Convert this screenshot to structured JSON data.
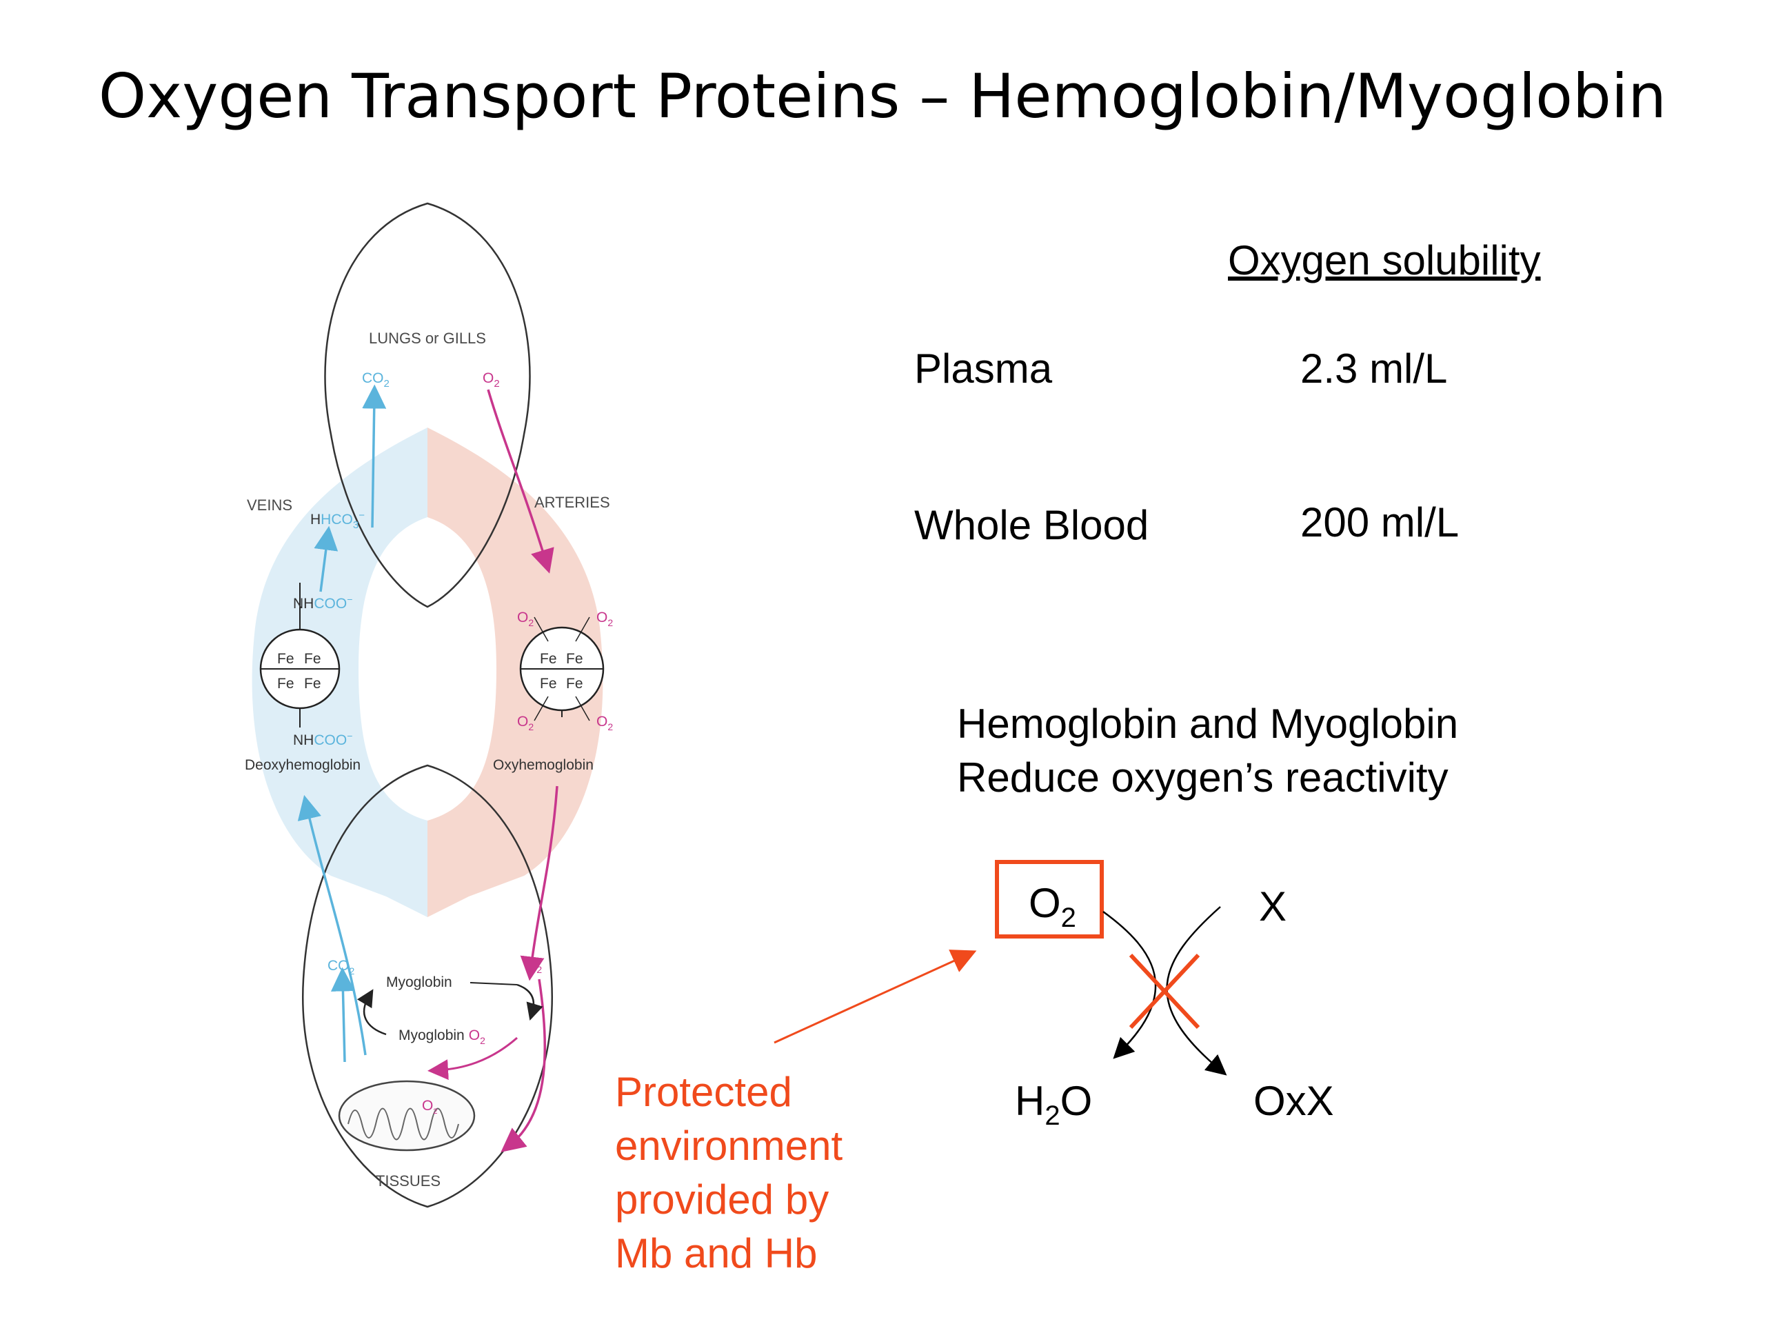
{
  "title": "Oxygen Transport Proteins – Hemoglobin/Myoglobin",
  "diagram": {
    "lungs": "LUNGS or GILLS",
    "co2": "CO",
    "o2": "O",
    "sub2": "2",
    "veins": "VEINS",
    "arteries": "ARTERIES",
    "hco3": "HCO",
    "hco3_sub": "3",
    "hco3_sup": "−",
    "nh": "NH",
    "coo": "COO",
    "coo_sup": "−",
    "fe": "Fe",
    "deoxy": "Deoxyhemoglobin",
    "oxy": "Oxyhemoglobin",
    "myoglobin": "Myoglobin",
    "myoglobin_o2": "Myoglobin",
    "tissues": "TISSUES"
  },
  "solubility": {
    "heading": "Oxygen solubility",
    "rows": [
      {
        "label": "Plasma",
        "value": "2.3 ml/L"
      },
      {
        "label": "Whole Blood",
        "value": "200 ml/L"
      }
    ]
  },
  "statement": {
    "line1": "Hemoglobin and Myoglobin",
    "line2": "Reduce oxygen’s reactivity"
  },
  "reaction": {
    "o2": "O",
    "o2_sub": "2",
    "x": "X",
    "h2o_h": "H",
    "h2o_sub": "2",
    "h2o_o": "O",
    "oxx": "OxX"
  },
  "note": {
    "lines": [
      "Protected",
      "environment",
      "provided by",
      "Mb and Hb"
    ]
  },
  "colors": {
    "accent_red": "#f04a1c",
    "venous_blue": "#5bb4dc",
    "arterial_pink": "#c8368c"
  }
}
